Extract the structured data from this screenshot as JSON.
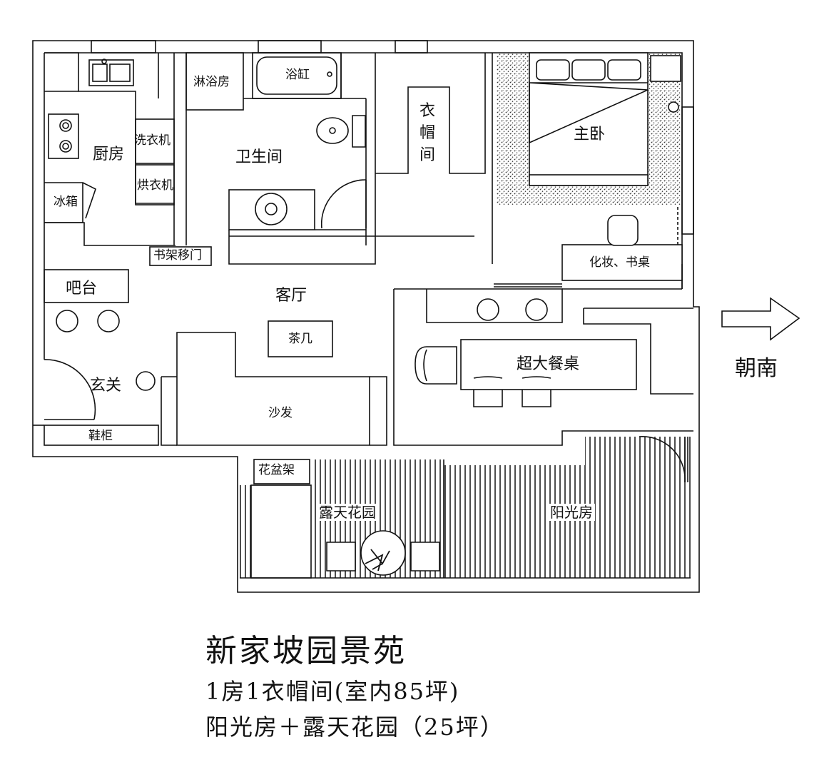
{
  "rooms": {
    "kitchen": "厨房",
    "washer": "洗衣机",
    "dryer": "烘衣机",
    "fridge": "冰箱",
    "shower": "淋浴房",
    "bathtub": "浴缸",
    "bathroom": "卫生间",
    "closet": "衣\n帽\n间",
    "master_bedroom": "主卧",
    "shelf_door": "书架移门",
    "vanity_desk": "化妆、书桌",
    "bar": "吧台",
    "living_room": "客厅",
    "coffee_table": "茶几",
    "entrance": "玄关",
    "dining_table": "超大餐桌",
    "sofa": "沙发",
    "shoe_cabinet": "鞋柜",
    "flower_rack": "花盆架",
    "garden": "露天花园",
    "sunroom": "阳光房"
  },
  "orientation": {
    "label": "朝南",
    "icon": "arrow-right-icon"
  },
  "caption": {
    "name": "新家坡园景苑",
    "line1": "1房1衣帽间(室内85坪)",
    "line2": "阳光房＋露天花园（25坪）"
  }
}
